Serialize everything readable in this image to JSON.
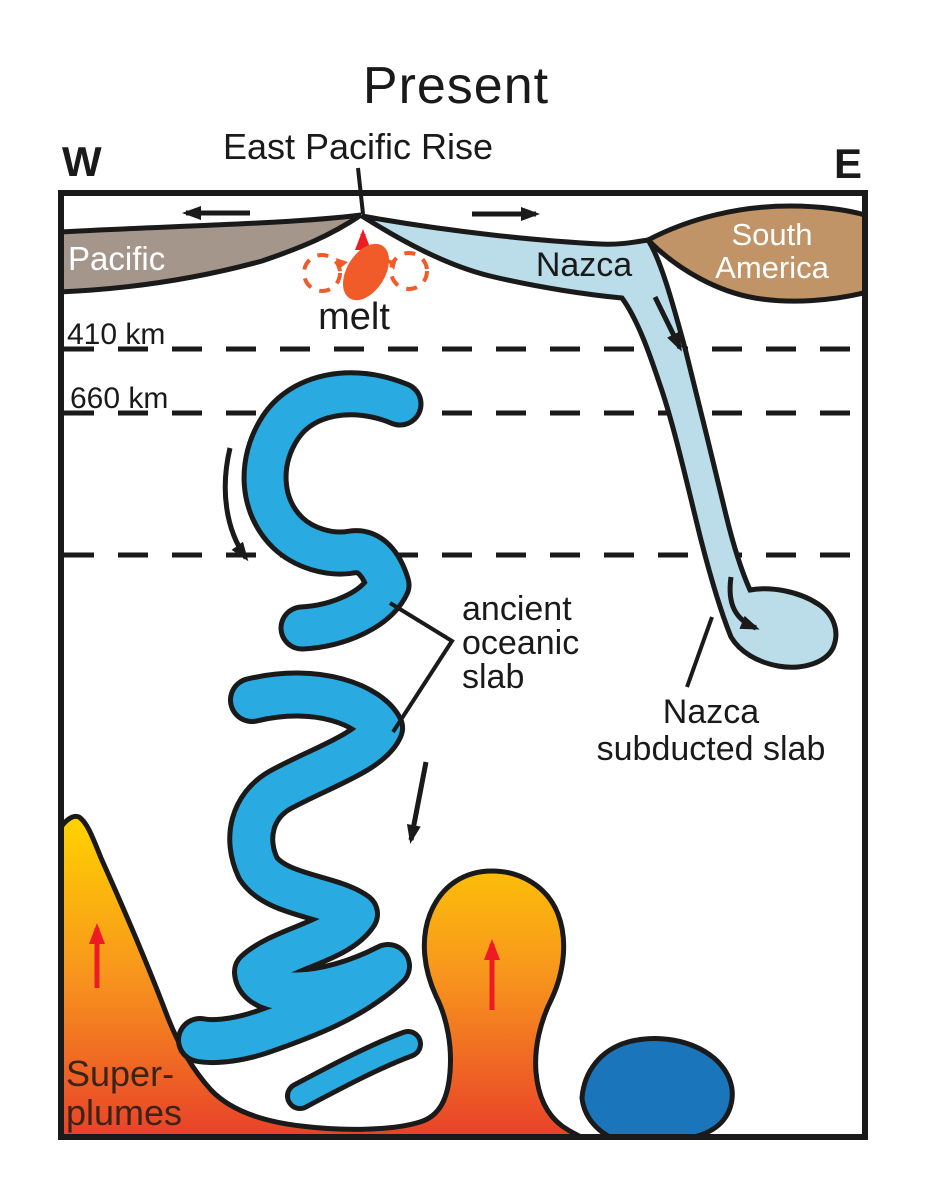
{
  "labels": {
    "title": "Present",
    "west": "W",
    "east": "E",
    "ridge": "East Pacific Rise",
    "pacific": "Pacific",
    "nazca": "Nazca",
    "south_america_1": "South",
    "south_america_2": "America",
    "melt": "melt",
    "depth_410": "410 km",
    "depth_660": "660 km",
    "ancient_1": "ancient",
    "ancient_2": "oceanic",
    "ancient_3": "slab",
    "nazca_sub_1": "Nazca",
    "nazca_sub_2": "subducted slab",
    "superplumes_1": "Super-",
    "superplumes_2": "plumes"
  },
  "colors": {
    "outline": "#1a1a1a",
    "pacific_plate": "#a5968b",
    "nazca_plate": "#badde9",
    "south_america": "#c09467",
    "ancient_slab": "#29abe2",
    "deep_blob": "#1b75bb",
    "melt": "#f15b2a",
    "red_arrow": "#ed1c24",
    "plume_top": "#ffd400",
    "plume_mid": "#f7941d",
    "plume_bottom": "#e8402a",
    "superplumes_text": "#3b2316"
  }
}
